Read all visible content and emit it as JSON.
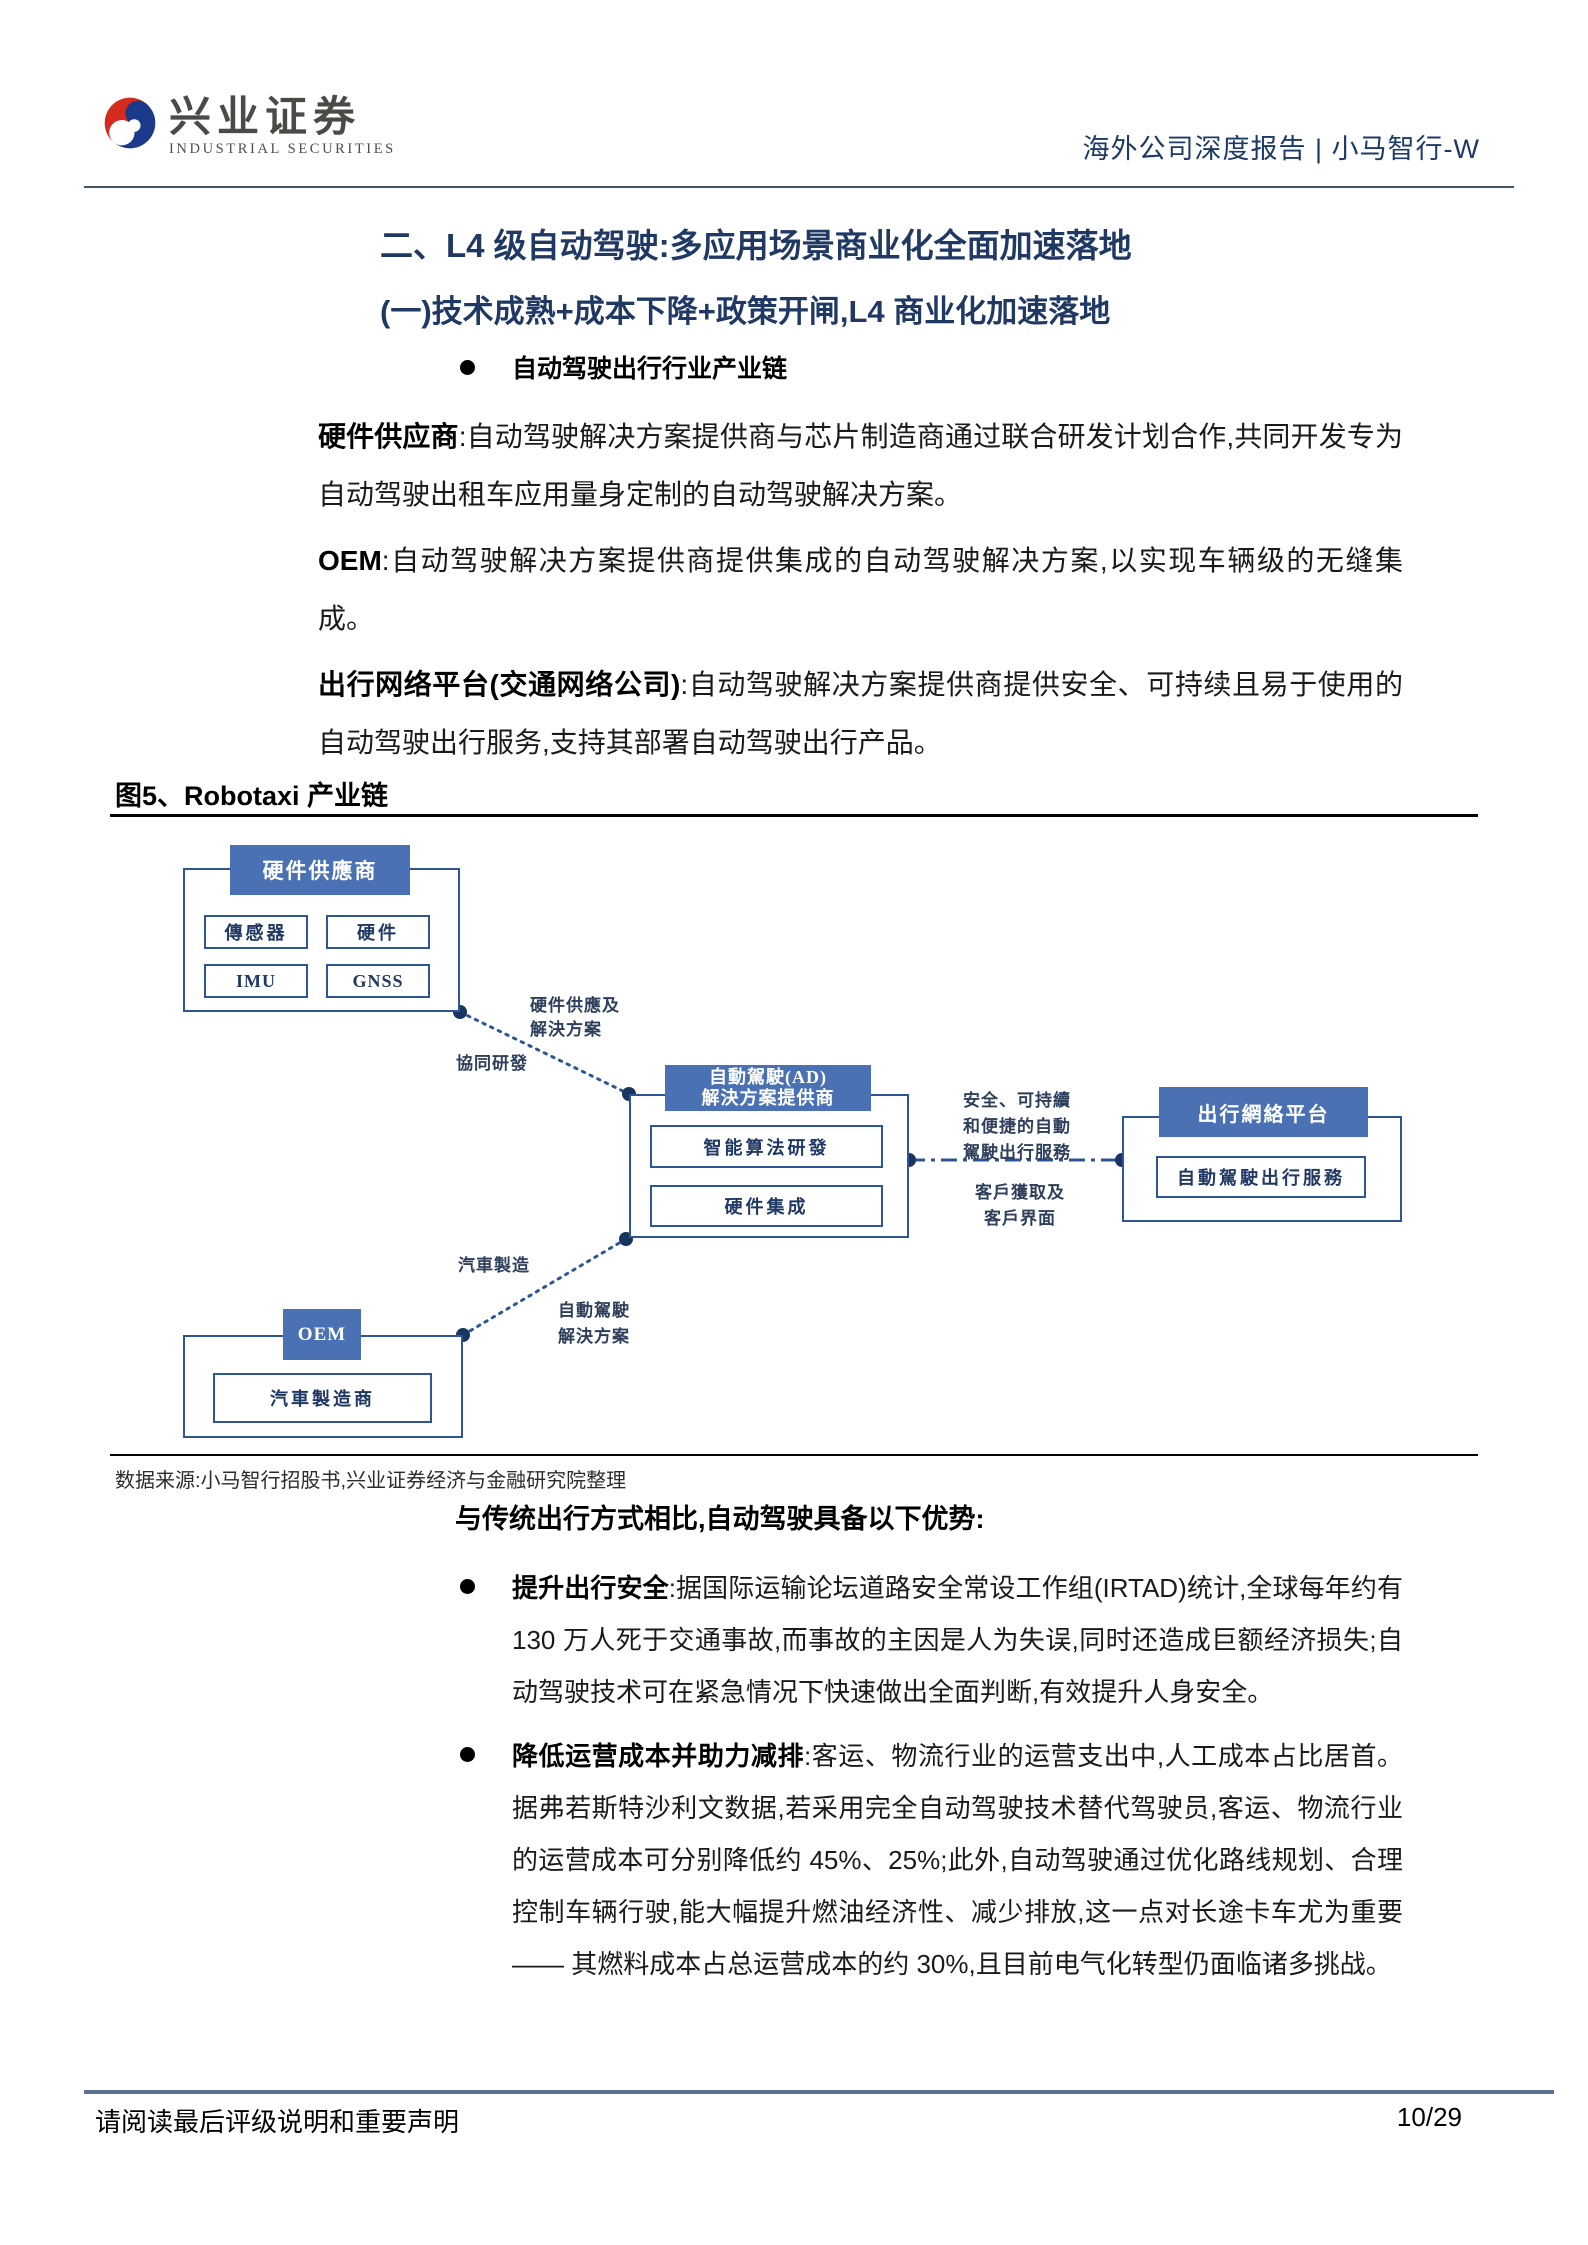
{
  "header": {
    "brand_cn": "兴业证券",
    "brand_en": "INDUSTRIAL SECURITIES",
    "report_label": "海外公司深度报告 | 小马智行-W"
  },
  "section": {
    "h1": "二、L4 级自动驾驶:多应用场景商业化全面加速落地",
    "h2": "(一)技术成熟+成本下降+政策开闸,L4 商业化加速落地",
    "bullet_heading": "自动驾驶出行行业产业链"
  },
  "paragraphs": [
    {
      "lead": "硬件供应商",
      "rest": ":自动驾驶解决方案提供商与芯片制造商通过联合研发计划合作,共同开发专为自动驾驶出租车应用量身定制的自动驾驶解决方案。"
    },
    {
      "lead": "OEM",
      "rest": ":自动驾驶解决方案提供商提供集成的自动驾驶解决方案,以实现车辆级的无缝集成。"
    },
    {
      "lead": "出行网络平台(交通网络公司)",
      "rest": ":自动驾驶解决方案提供商提供安全、可持续且易于使用的自动驾驶出行服务,支持其部署自动驾驶出行产品。"
    }
  ],
  "figure": {
    "caption": "图5、Robotaxi 产业链",
    "source": "数据来源:小马智行招股书,兴业证券经济与金融研究院整理",
    "nodes": {
      "hw_supplier": {
        "title": "硬件供應商",
        "items": [
          "傳感器",
          "硬件",
          "IMU",
          "GNSS"
        ]
      },
      "ad_provider": {
        "title": "自動駕駛(AD)\n解決方案提供商",
        "items": [
          "智能算法研發",
          "硬件集成"
        ]
      },
      "mobility": {
        "title": "出行網絡平台",
        "items": [
          "自動駕駛出行服務"
        ]
      },
      "oem": {
        "title": "OEM",
        "items": [
          "汽車製造商"
        ]
      }
    },
    "edge_labels": {
      "hw_supply": "硬件供應及\n解決方案",
      "co_rd": "協同研發",
      "service": "安全、可持續\n和便捷的自動\n駕駛出行服務",
      "customer": "客戶獲取及\n客戶界面",
      "car_mfg": "汽車製造",
      "ad_solution": "自動駕駛\n解決方案"
    }
  },
  "intro_bold": "与传统出行方式相比,自动驾驶具备以下优势:",
  "advantages": [
    {
      "lead": "提升出行安全",
      "rest": ":据国际运输论坛道路安全常设工作组(IRTAD)统计,全球每年约有 130 万人死于交通事故,而事故的主因是人为失误,同时还造成巨额经济损失;自动驾驶技术可在紧急情况下快速做出全面判断,有效提升人身安全。"
    },
    {
      "lead": "降低运营成本并助力减排",
      "rest": ":客运、物流行业的运营支出中,人工成本占比居首。据弗若斯特沙利文数据,若采用完全自动驾驶技术替代驾驶员,客运、物流行业的运营成本可分别降低约 45%、25%;此外,自动驾驶通过优化路线规划、合理控制车辆行驶,能大幅提升燃油经济性、减少排放,这一点对长途卡车尤为重要 —— 其燃料成本占总运营成本的约 30%,且目前电气化转型仍面临诸多挑战。"
    }
  ],
  "footer": {
    "disclaimer": "请阅读最后评级说明和重要声明",
    "page": "10/29"
  },
  "colors": {
    "accent_navy": "#1f3864",
    "box_blue": "#4a71b4",
    "border_blue": "#2e5595"
  }
}
